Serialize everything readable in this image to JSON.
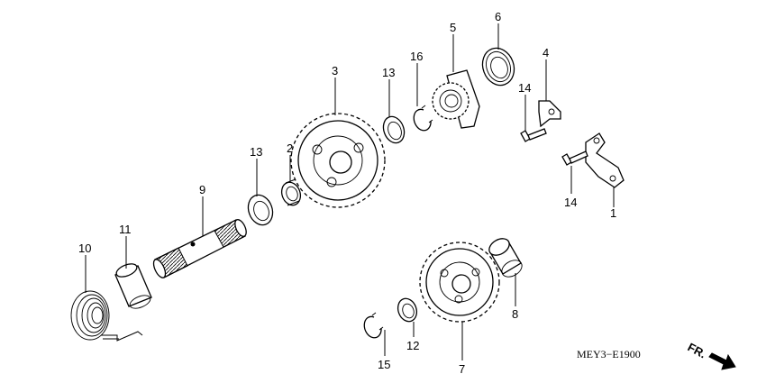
{
  "diagram": {
    "code": "MEY3−E1900",
    "direction_label": "FR.",
    "callouts": {
      "p1": "1",
      "p2": "2",
      "p3": "3",
      "p4": "4",
      "p5": "5",
      "p6": "6",
      "p7": "7",
      "p8": "8",
      "p9": "9",
      "p10": "10",
      "p11": "11",
      "p12": "12",
      "p13a": "13",
      "p13b": "13",
      "p14a": "14",
      "p14b": "14",
      "p15": "15",
      "p16": "16"
    }
  }
}
